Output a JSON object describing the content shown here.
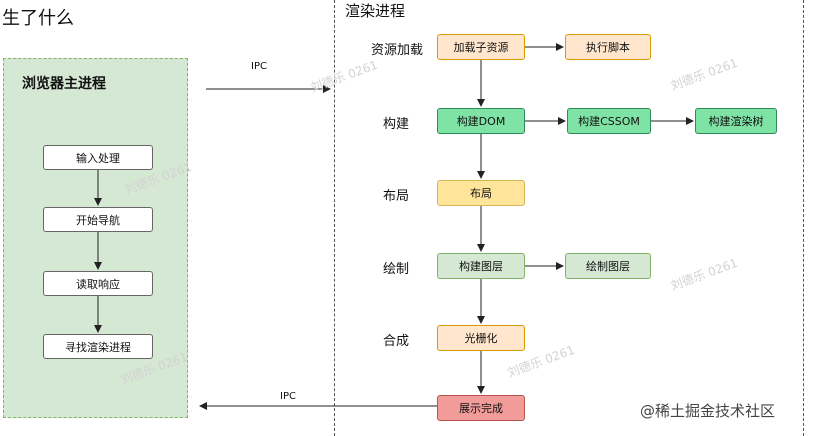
{
  "heading": "生了什么",
  "browser": {
    "title": "浏览器主进程",
    "steps": [
      "输入处理",
      "开始导航",
      "读取响应",
      "寻找渲染进程"
    ]
  },
  "ipc": {
    "top": "IPC",
    "bottom": "IPC"
  },
  "renderer": {
    "title": "渲染进程",
    "stages": {
      "load": "资源加载",
      "build": "构建",
      "layout": "布局",
      "paint": "绘制",
      "composite": "合成"
    },
    "nodes": {
      "load_resource": "加载子资源",
      "exec_script": "执行脚本",
      "build_dom": "构建DOM",
      "build_cssom": "构建CSSOM",
      "build_render_tree": "构建渲染树",
      "layout": "布局",
      "build_layers": "构建图层",
      "paint_layers": "绘制图层",
      "rasterize": "光栅化",
      "display_done": "展示完成"
    }
  },
  "watermark": "刘德乐 0261",
  "credit": "@稀土掘金技术社区",
  "colors": {
    "panel": "#d5e8d4",
    "peach": "#ffe6cc",
    "green": "#7fe3a6",
    "light_green": "#d5e8d4",
    "yellow": "#ffe599",
    "red": "#f19c99"
  }
}
